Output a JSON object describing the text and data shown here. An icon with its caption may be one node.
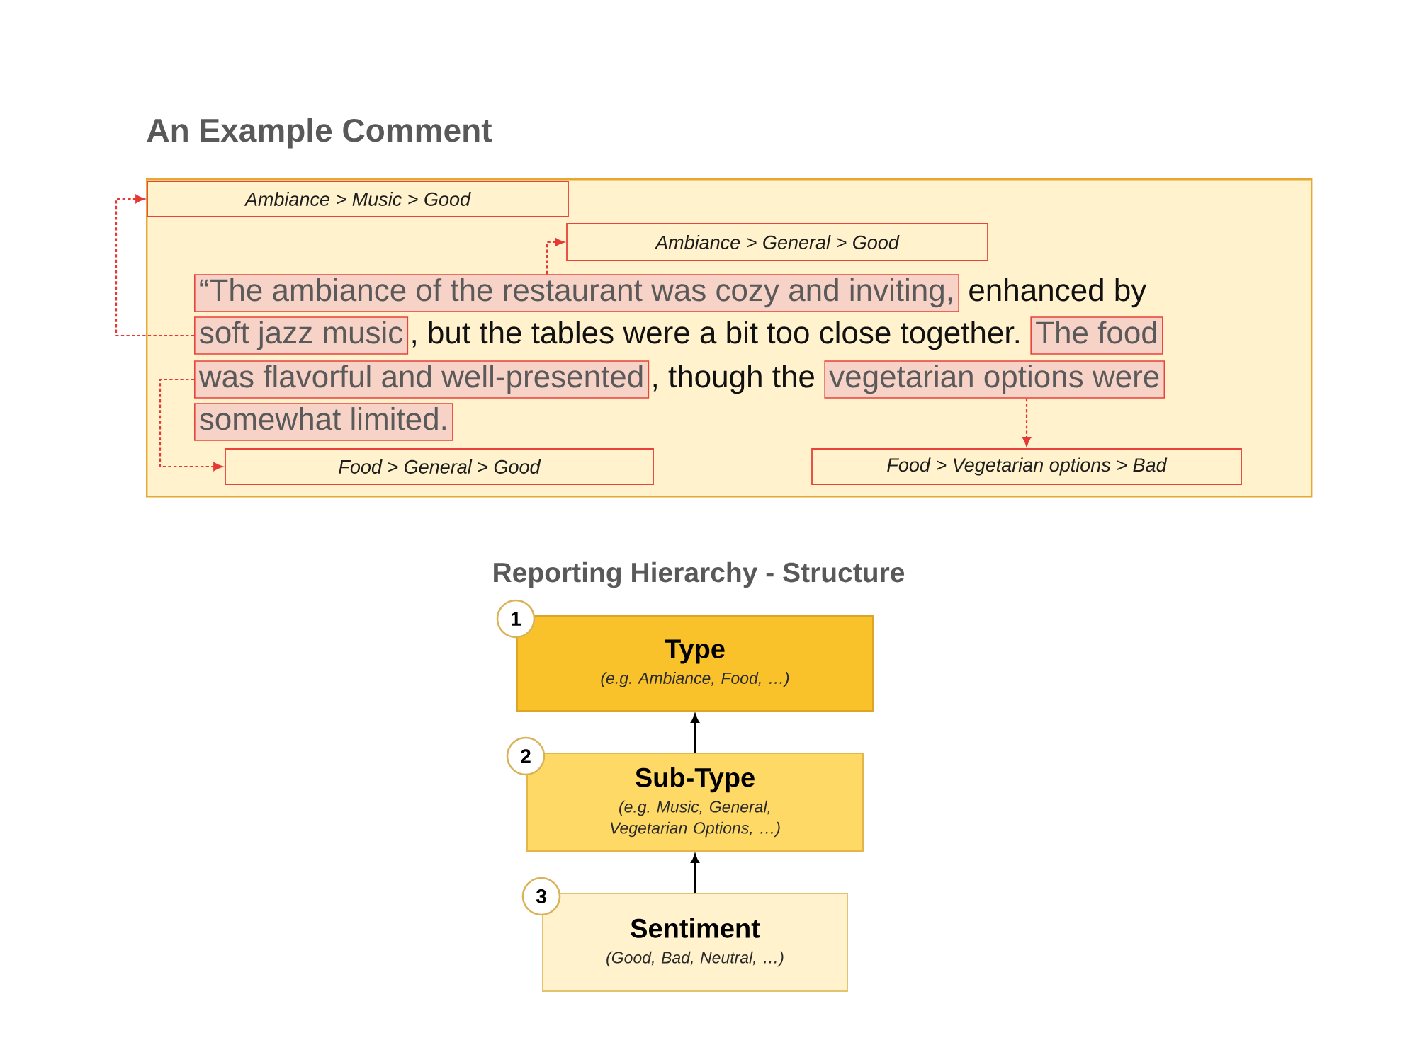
{
  "diagram": {
    "nodes": [
      {
        "text": [
          "An Example Comment"
        ]
      },
      {
        "text": [
          "Ambiance > Music > Good"
        ],
        "in": 0
      },
      {
        "text": [
          "Ambiance > General > Good"
        ],
        "in": 0
      },
      {
        "text": [
          "“The ambiance of the restaurant was cozy and inviting,"
        ],
        "in": 0
      },
      {
        "text": [
          "soft jazz music"
        ],
        "in": 0
      },
      {
        "text": [
          "The food"
        ],
        "in": 0
      },
      {
        "text": [
          "was flavorful and well-presented"
        ],
        "in": 0
      },
      {
        "text": [
          "vegetarian options were"
        ],
        "in": 0
      },
      {
        "text": [
          "somewhat limited."
        ],
        "in": 0
      },
      {
        "text": [
          "Food > General > Good"
        ],
        "in": 0
      },
      {
        "text": [
          "Food > Vegetarian options > Bad"
        ],
        "in": 0
      },
      {
        "text": [
          "1"
        ]
      },
      {
        "text": [
          "Type",
          "(e.g. Ambiance, Food, …)"
        ]
      },
      {
        "text": [
          "2"
        ]
      },
      {
        "text": [
          "Sub-Type",
          "(e.g. Music, General, Vegetarian Options, …)"
        ]
      },
      {
        "text": [
          "3"
        ]
      },
      {
        "text": [
          "Sentiment",
          "(Good, Bad, Neutral, …)"
        ]
      }
    ],
    "edges": [
      {
        "from": 4,
        "to": 1,
        "arrow": "to",
        "style": "dashed",
        "color": "#e53935"
      },
      {
        "from": 3,
        "to": 2,
        "arrow": "to",
        "style": "dashed",
        "color": "#e53935"
      },
      {
        "from": 6,
        "to": 9,
        "arrow": "to",
        "style": "dashed",
        "color": "#e53935"
      },
      {
        "from": 7,
        "to": 10,
        "arrow": "to",
        "style": "dashed",
        "color": "#e53935"
      },
      {
        "from": 16,
        "to": 14,
        "arrow": "to",
        "color": "#000000"
      },
      {
        "from": 14,
        "to": 12,
        "arrow": "to",
        "color": "#000000"
      }
    ],
    "labels": [
      "enhanced by",
      ", but the tables were a bit too close together.",
      ", though the",
      "Reporting Hierarchy - Structure"
    ]
  }
}
